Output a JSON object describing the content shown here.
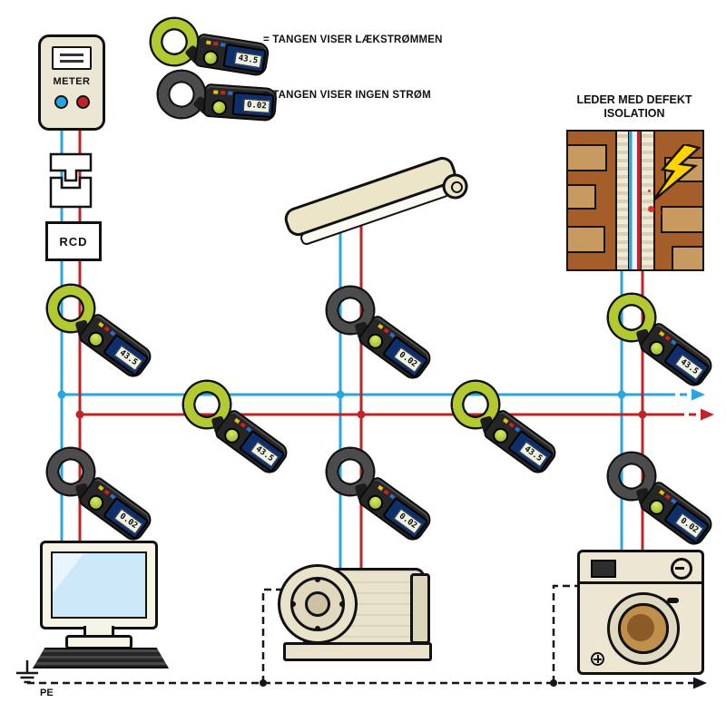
{
  "labels": {
    "meter": "METER",
    "rcd": "RCD",
    "pe": "PE",
    "defect_line1": "LEDER MED DEFEKT",
    "defect_line2": "ISOLATION"
  },
  "legend": {
    "leak": "= TANGEN VISER LÆKSTRØMMEN",
    "none": "= TANGEN VISER INGEN STRØM"
  },
  "readings": {
    "leak": "43.5",
    "none": "0.02"
  },
  "colors": {
    "wire_blue": "#2aa5dd",
    "wire_red": "#bf2528",
    "jaw_green": "#b2ca2f",
    "jaw_grey": "#4c4c4e",
    "lightning_yellow": "#ffd400"
  }
}
